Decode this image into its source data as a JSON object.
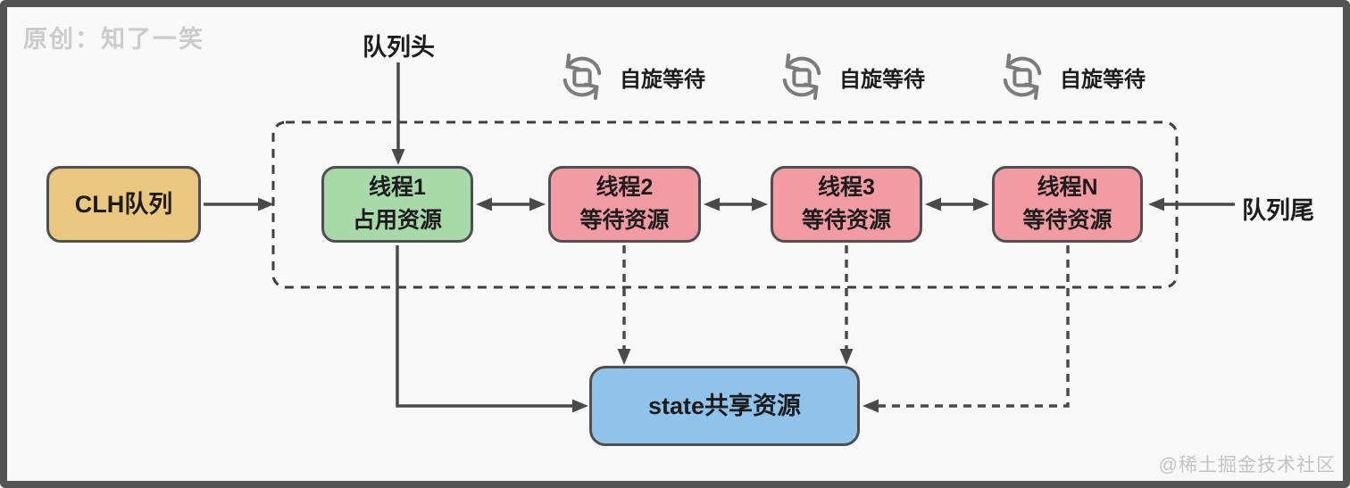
{
  "watermarks": {
    "top_left": "原创：知了一笑",
    "bottom_right": "@稀土掘金技术社区"
  },
  "labels": {
    "queue_head": "队列头",
    "queue_tail": "队列尾"
  },
  "spin_indicators": [
    {
      "label": "自旋等待"
    },
    {
      "label": "自旋等待"
    },
    {
      "label": "自旋等待"
    }
  ],
  "nodes": {
    "clh": {
      "label": "CLH队列",
      "fill": "#e9c77f"
    },
    "thread1": {
      "title": "线程1",
      "subtitle": "占用资源",
      "fill": "#a7d9a9"
    },
    "thread2": {
      "title": "线程2",
      "subtitle": "等待资源",
      "fill": "#f39ba3"
    },
    "thread3": {
      "title": "线程3",
      "subtitle": "等待资源",
      "fill": "#f39ba3"
    },
    "threadN": {
      "title": "线程N",
      "subtitle": "等待资源",
      "fill": "#f39ba3"
    },
    "state": {
      "label": "state共享资源",
      "fill": "#90c3eb"
    }
  },
  "connections": [
    {
      "from": "queue_head",
      "to": "thread1",
      "style": "solid-arrow"
    },
    {
      "from": "clh",
      "to": "queue-container",
      "style": "solid-arrow"
    },
    {
      "from": "thread1",
      "to": "thread2",
      "style": "double-arrow"
    },
    {
      "from": "thread2",
      "to": "thread3",
      "style": "double-arrow"
    },
    {
      "from": "thread3",
      "to": "threadN",
      "style": "double-arrow"
    },
    {
      "from": "queue_tail",
      "to": "threadN",
      "style": "solid-arrow"
    },
    {
      "from": "thread1",
      "to": "state",
      "style": "solid-arrow"
    },
    {
      "from": "thread2",
      "to": "state",
      "style": "dashed-arrow"
    },
    {
      "from": "thread3",
      "to": "state",
      "style": "dashed-arrow"
    },
    {
      "from": "threadN",
      "to": "state",
      "style": "dashed-arrow"
    }
  ],
  "colors": {
    "background": "#f8f8f8",
    "frame": "#535353",
    "connector": "#4a4a4a",
    "box_border": "#4f4f4f",
    "dashed_container": "#3f3f3f",
    "spin_icon": "#7c7c7c",
    "text": "#1c1c1c",
    "watermark": "#c9c9c9"
  }
}
